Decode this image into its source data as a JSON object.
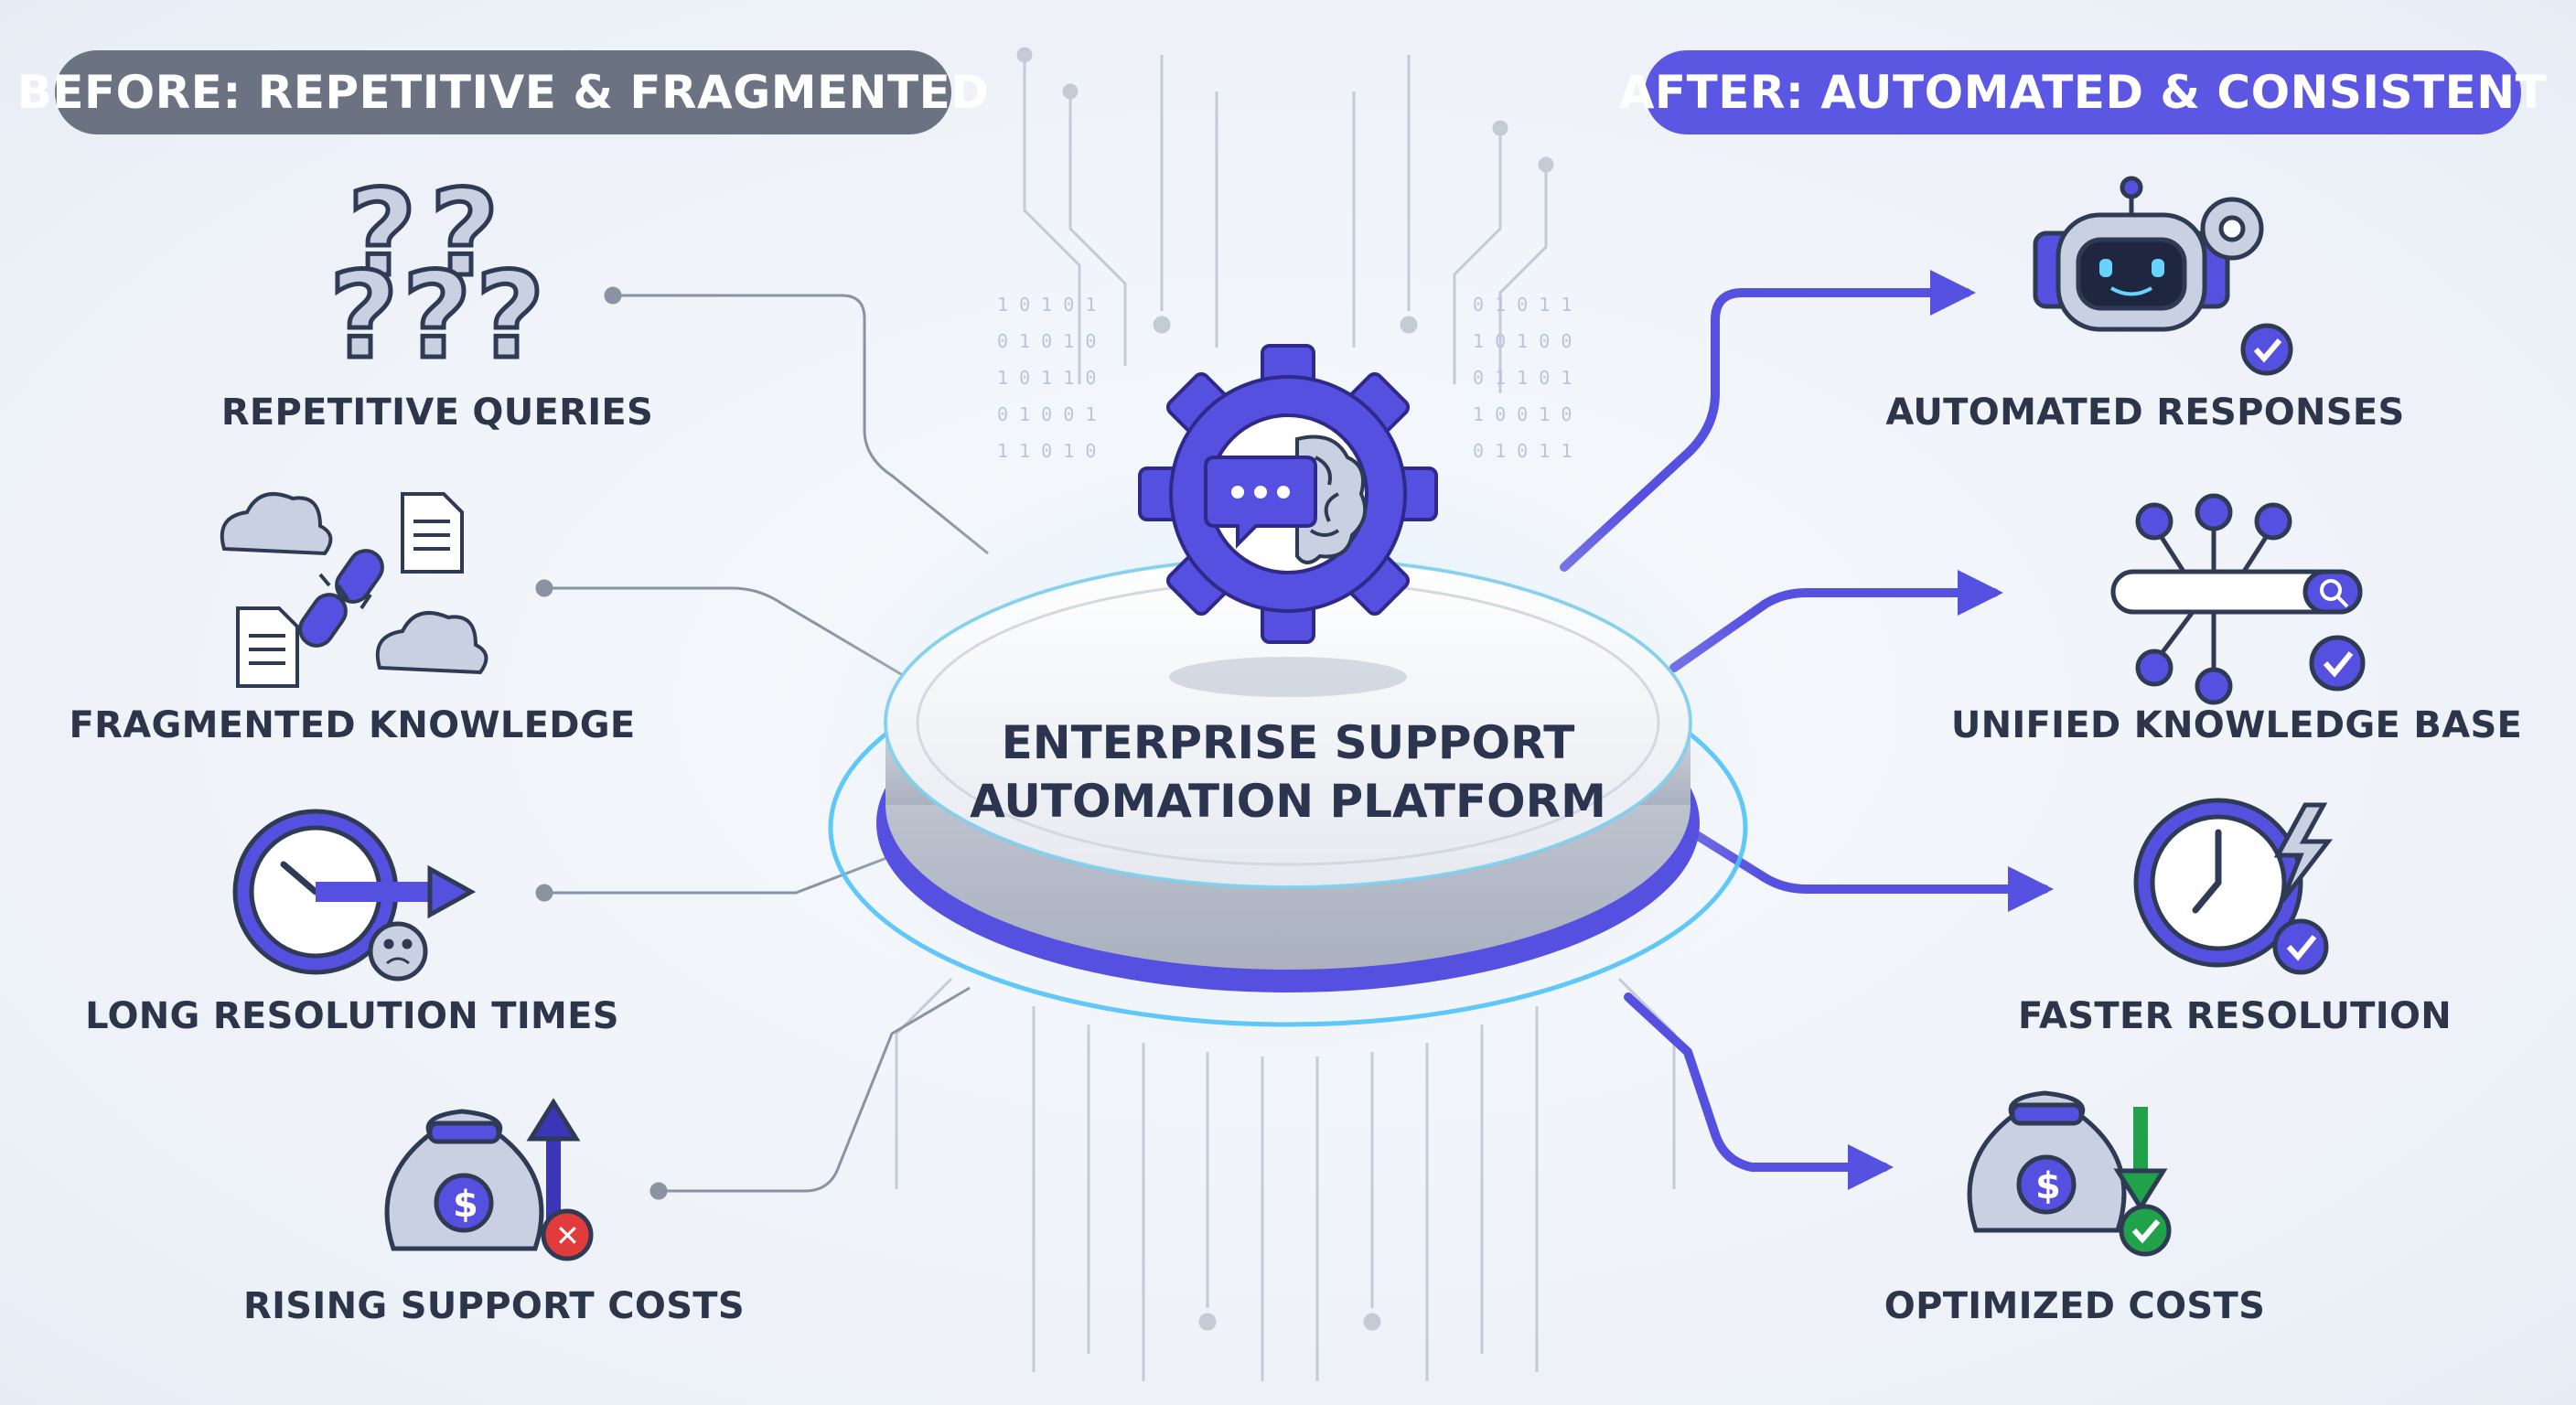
{
  "headers": {
    "before": "BEFORE: REPETITIVE & FRAGMENTED",
    "after": "AFTER: AUTOMATED & CONSISTENT"
  },
  "center": {
    "line1": "ENTERPRISE SUPPORT",
    "line2": "AUTOMATION PLATFORM"
  },
  "before_items": [
    {
      "label": "REPETITIVE QUERIES",
      "icon": "question-marks-icon"
    },
    {
      "label": "FRAGMENTED KNOWLEDGE",
      "icon": "broken-link-icon"
    },
    {
      "label": "LONG RESOLUTION TIMES",
      "icon": "slow-clock-icon"
    },
    {
      "label": "RISING SUPPORT COSTS",
      "icon": "money-bag-up-icon"
    }
  ],
  "after_items": [
    {
      "label": "AUTOMATED RESPONSES",
      "icon": "robot-icon"
    },
    {
      "label": "UNIFIED KNOWLEDGE BASE",
      "icon": "search-network-icon"
    },
    {
      "label": "FASTER RESOLUTION",
      "icon": "fast-clock-icon"
    },
    {
      "label": "OPTIMIZED COSTS",
      "icon": "money-bag-down-icon"
    }
  ],
  "icons": {
    "x_mark": "✕",
    "dollar": "$"
  },
  "colors": {
    "brand": "#5650e0",
    "brand_dark": "#3b35b8",
    "icon_fill": "#c9d0e2",
    "icon_stroke": "#2f3b55",
    "line_gray": "#8a93a3",
    "glow": "#4fc3f7",
    "error_red": "#e23b3b",
    "success_green": "#1fa24a"
  }
}
